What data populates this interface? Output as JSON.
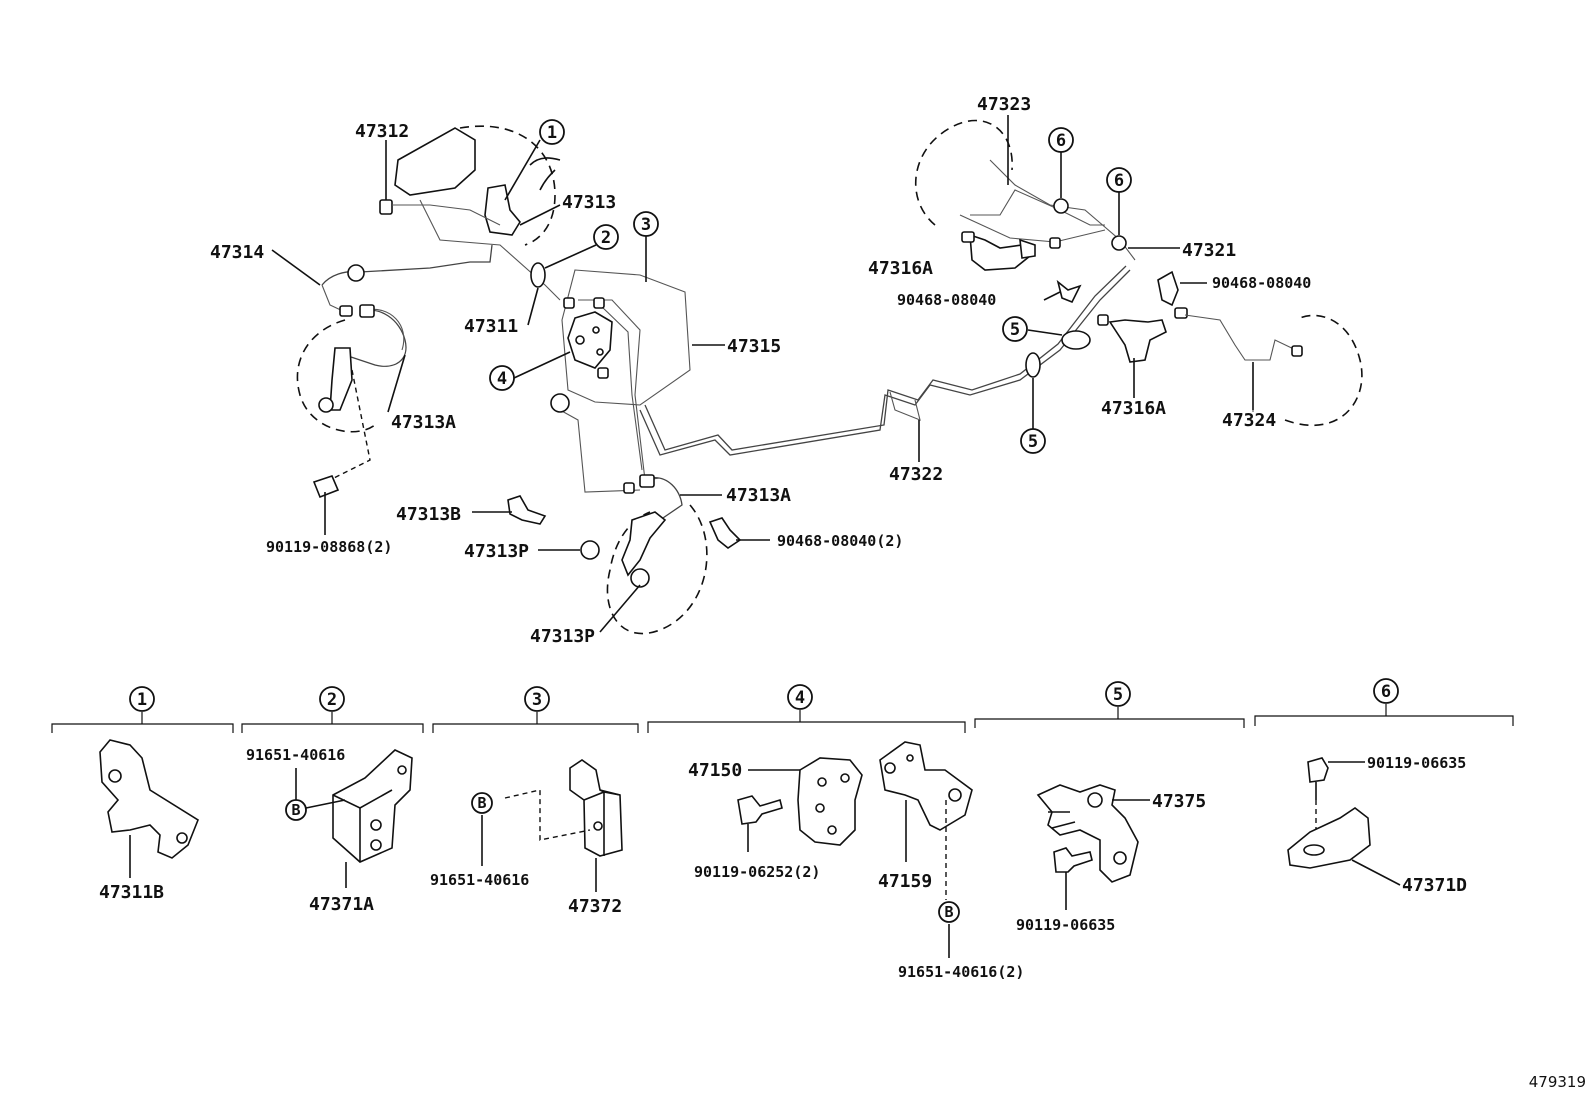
{
  "labels": {
    "p47312": "47312",
    "p47313": "47313",
    "p47314": "47314",
    "p47311": "47311",
    "p47315": "47315",
    "p47313A_left": "47313A",
    "p90119_08868": "90119-08868(2)",
    "p47313B": "47313B",
    "p47313A_mid": "47313A",
    "p47313P_a": "47313P",
    "p47313P_b": "47313P",
    "p90468_08040_2": "90468-08040(2)",
    "p47322": "47322",
    "p47323": "47323",
    "p47321": "47321",
    "p47316A_left": "47316A",
    "p90468_08040_a": "90468-08040",
    "p90468_08040_b": "90468-08040",
    "p47316A_right": "47316A",
    "p47324": "47324",
    "p47311B": "47311B",
    "p91651_40616_a": "91651-40616",
    "p47371A": "47371A",
    "p91651_40616_b": "91651-40616",
    "p47372": "47372",
    "p47150": "47150",
    "p90119_06252": "90119-06252(2)",
    "p47159": "47159",
    "p91651_40616_2": "91651-40616(2)",
    "p47375": "47375",
    "p90119_06635_a": "90119-06635",
    "p90119_06635_b": "90119-06635",
    "p47371D": "47371D"
  },
  "callouts": {
    "c1": "1",
    "c2": "2",
    "c3": "3",
    "c4": "4",
    "c5a": "5",
    "c5b": "5",
    "c6a": "6",
    "c6b": "6",
    "s1": "1",
    "s2": "2",
    "s3": "3",
    "s4": "4",
    "s5": "5",
    "s6": "6",
    "b1": "B",
    "b2": "B",
    "b3": "B"
  },
  "reference_code": "479319"
}
